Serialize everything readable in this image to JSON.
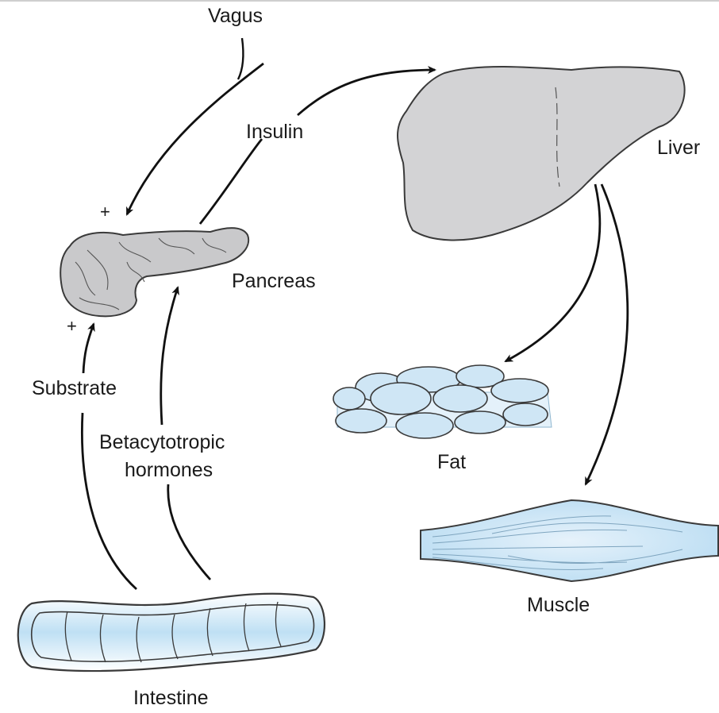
{
  "labels": {
    "vagus": "Vagus",
    "insulin": "Insulin",
    "liver": "Liver",
    "pancreas": "Pancreas",
    "substrate": "Substrate",
    "betacytotropic_line1": "Betacytotropic",
    "betacytotropic_line2": "hormones",
    "fat": "Fat",
    "muscle": "Muscle",
    "intestine": "Intestine",
    "plus_vagus": "+",
    "plus_substrate": "+"
  },
  "colors": {
    "organ_gray": "#d4d4d6",
    "organ_outline": "#3a3a3a",
    "tissue_blue": "#cfe6f5",
    "tissue_blue_dark": "#a9d0ec",
    "arrow": "#111111"
  }
}
